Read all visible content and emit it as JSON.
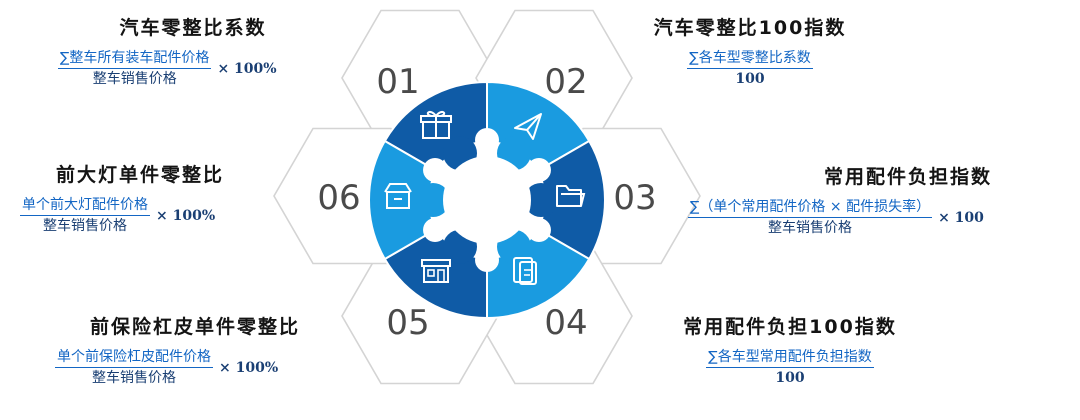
{
  "segments": [
    {
      "number": "01",
      "icon": "gift-icon",
      "color": "#0f5ba6",
      "title": "汽车零整比系数",
      "numerator": "∑整车所有装车配件价格",
      "denominator": "整车销售价格",
      "multiplier": "× 100%"
    },
    {
      "number": "02",
      "icon": "paper-plane-icon",
      "color": "#1a9be0",
      "title": "汽车零整比100指数",
      "numerator": "∑各车型零整比系数",
      "denominator": "100",
      "multiplier": ""
    },
    {
      "number": "03",
      "icon": "folder-icon",
      "color": "#0f5ba6",
      "title": "常用配件负担指数",
      "numerator": "∑（单个常用配件价格 × 配件损失率）",
      "denominator": "整车销售价格",
      "multiplier": "× 100"
    },
    {
      "number": "04",
      "icon": "clipboard-icon",
      "color": "#1a9be0",
      "title": "常用配件负担100指数",
      "numerator": "∑各车型常用配件负担指数",
      "denominator": "100",
      "multiplier": ""
    },
    {
      "number": "05",
      "icon": "storefront-icon",
      "color": "#0f5ba6",
      "title": "前保险杠皮单件零整比",
      "numerator": "单个前保险杠皮配件价格",
      "denominator": "整车销售价格",
      "multiplier": "× 100%"
    },
    {
      "number": "06",
      "icon": "package-box-icon",
      "color": "#1a9be0",
      "title": "前大灯单件零整比",
      "numerator": "单个前大灯配件价格",
      "denominator": "整车销售价格",
      "multiplier": "× 100%"
    }
  ],
  "colors": {
    "dark_blue": "#0f5ba6",
    "light_blue": "#1a9be0",
    "hex_outline": "#d4d4d4",
    "numerator_text": "#1366c4",
    "denominator_text": "#1a3f73"
  }
}
